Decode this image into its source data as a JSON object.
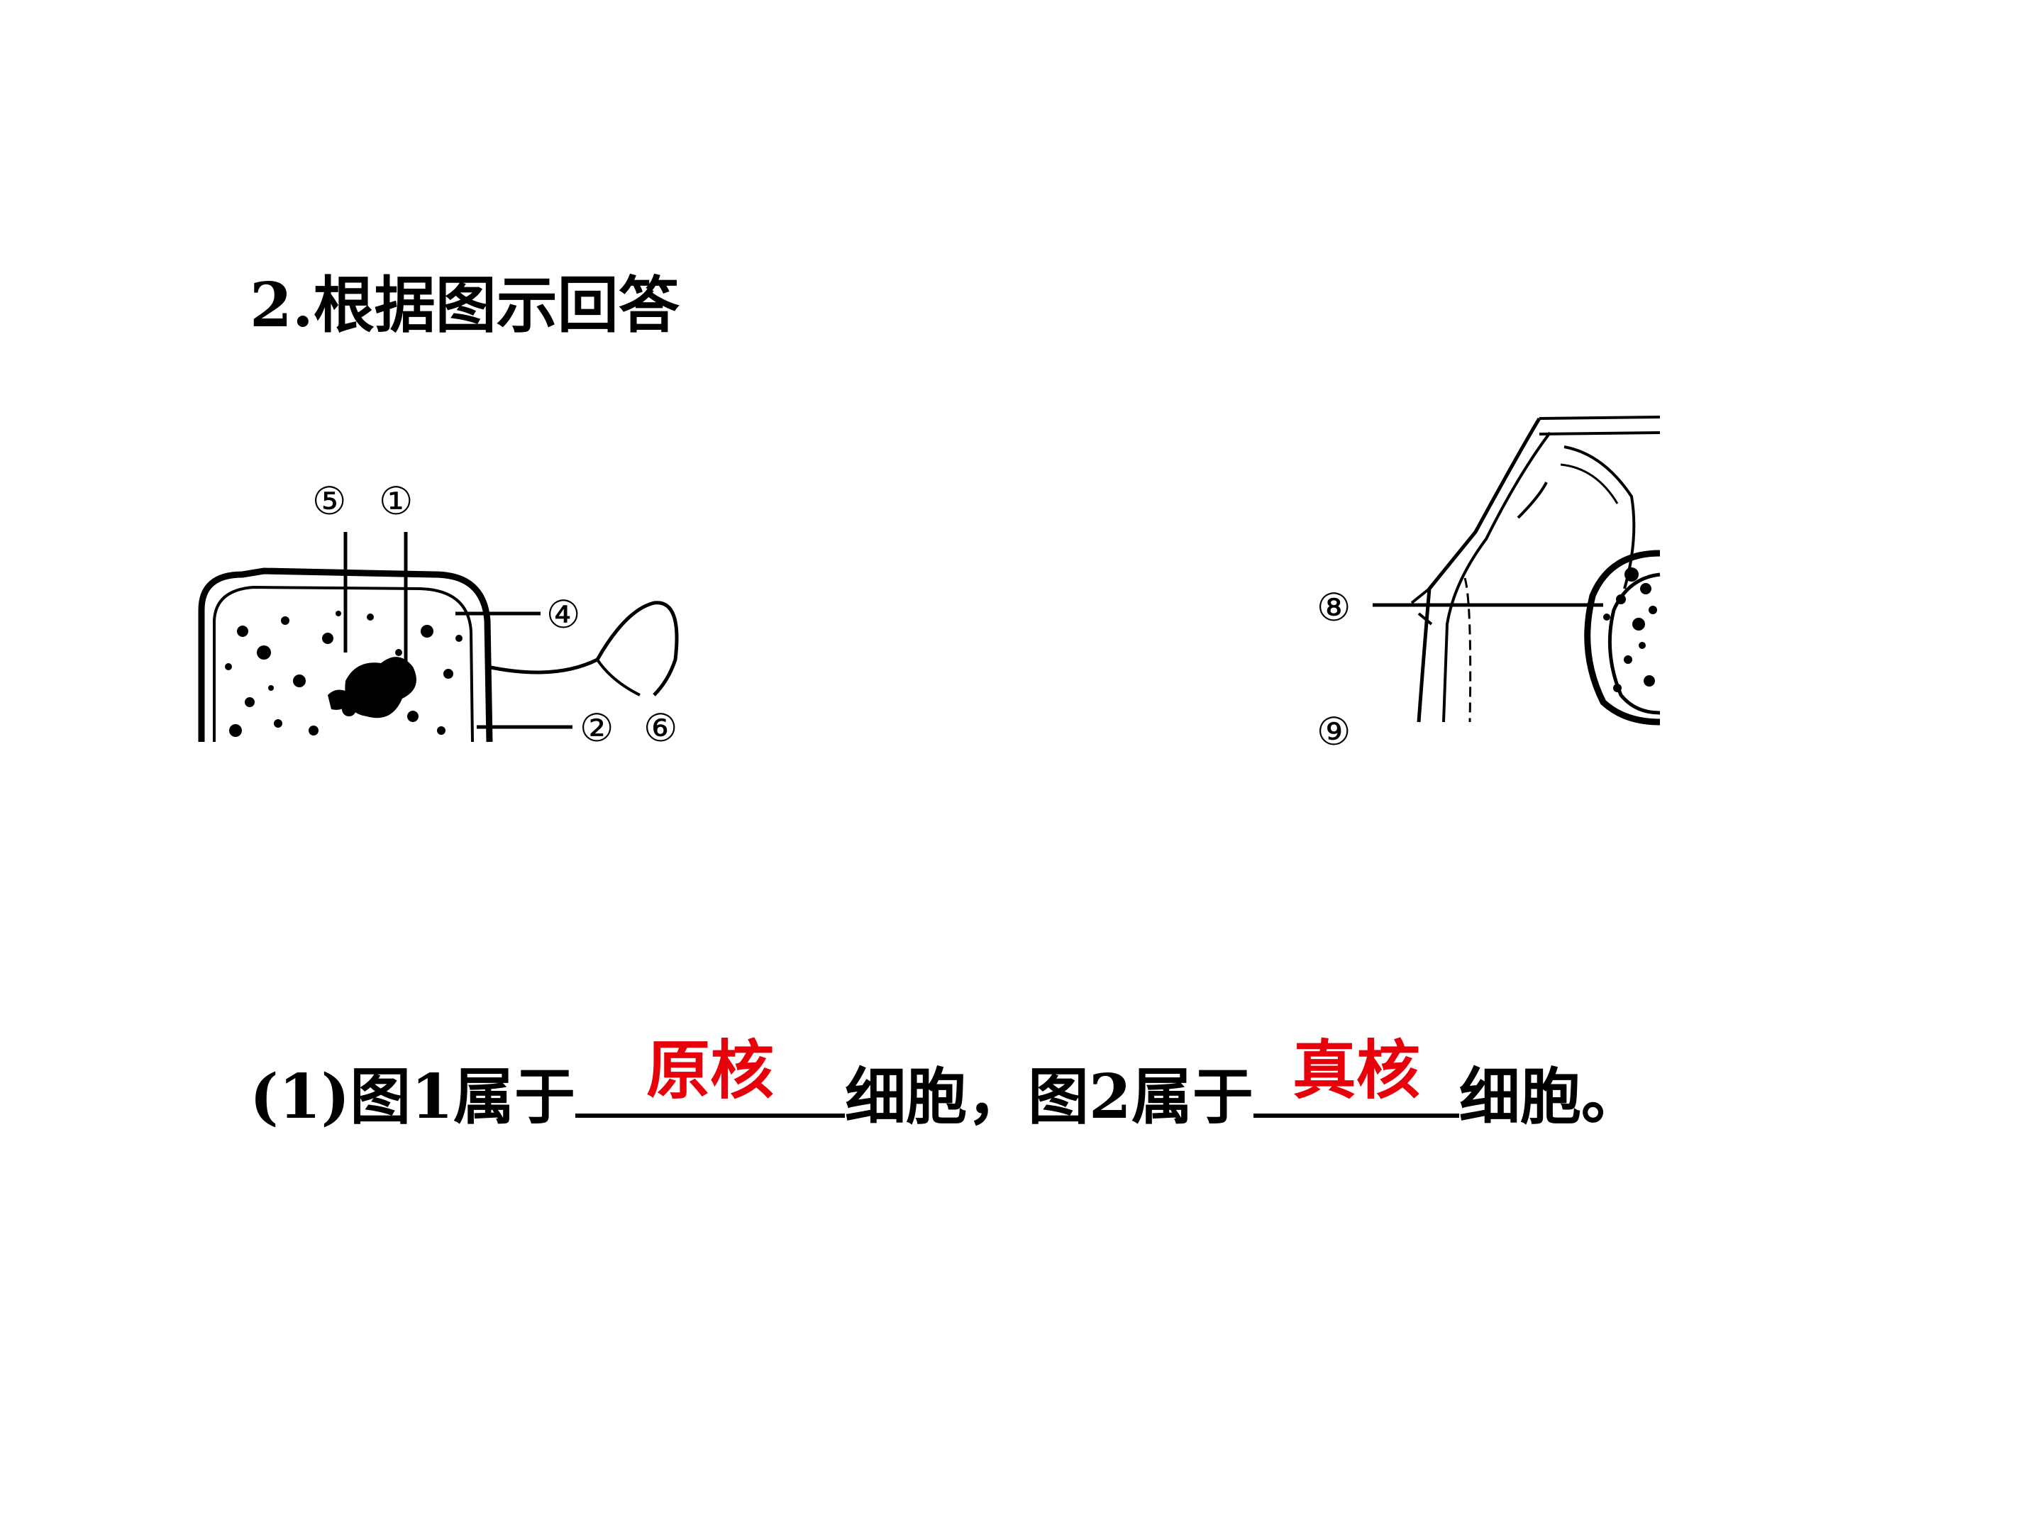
{
  "heading": "2.根据图示回答",
  "figure1": {
    "labels": [
      "⑤",
      "①",
      "④",
      "②",
      "⑥"
    ]
  },
  "figure2": {
    "labels": [
      "⑧",
      "⑨"
    ]
  },
  "question": {
    "prefix": "(1)图1属于",
    "answer1": "原核",
    "middle": "细胞，图2属于",
    "answer2": "真核",
    "suffix": "细胞。"
  }
}
